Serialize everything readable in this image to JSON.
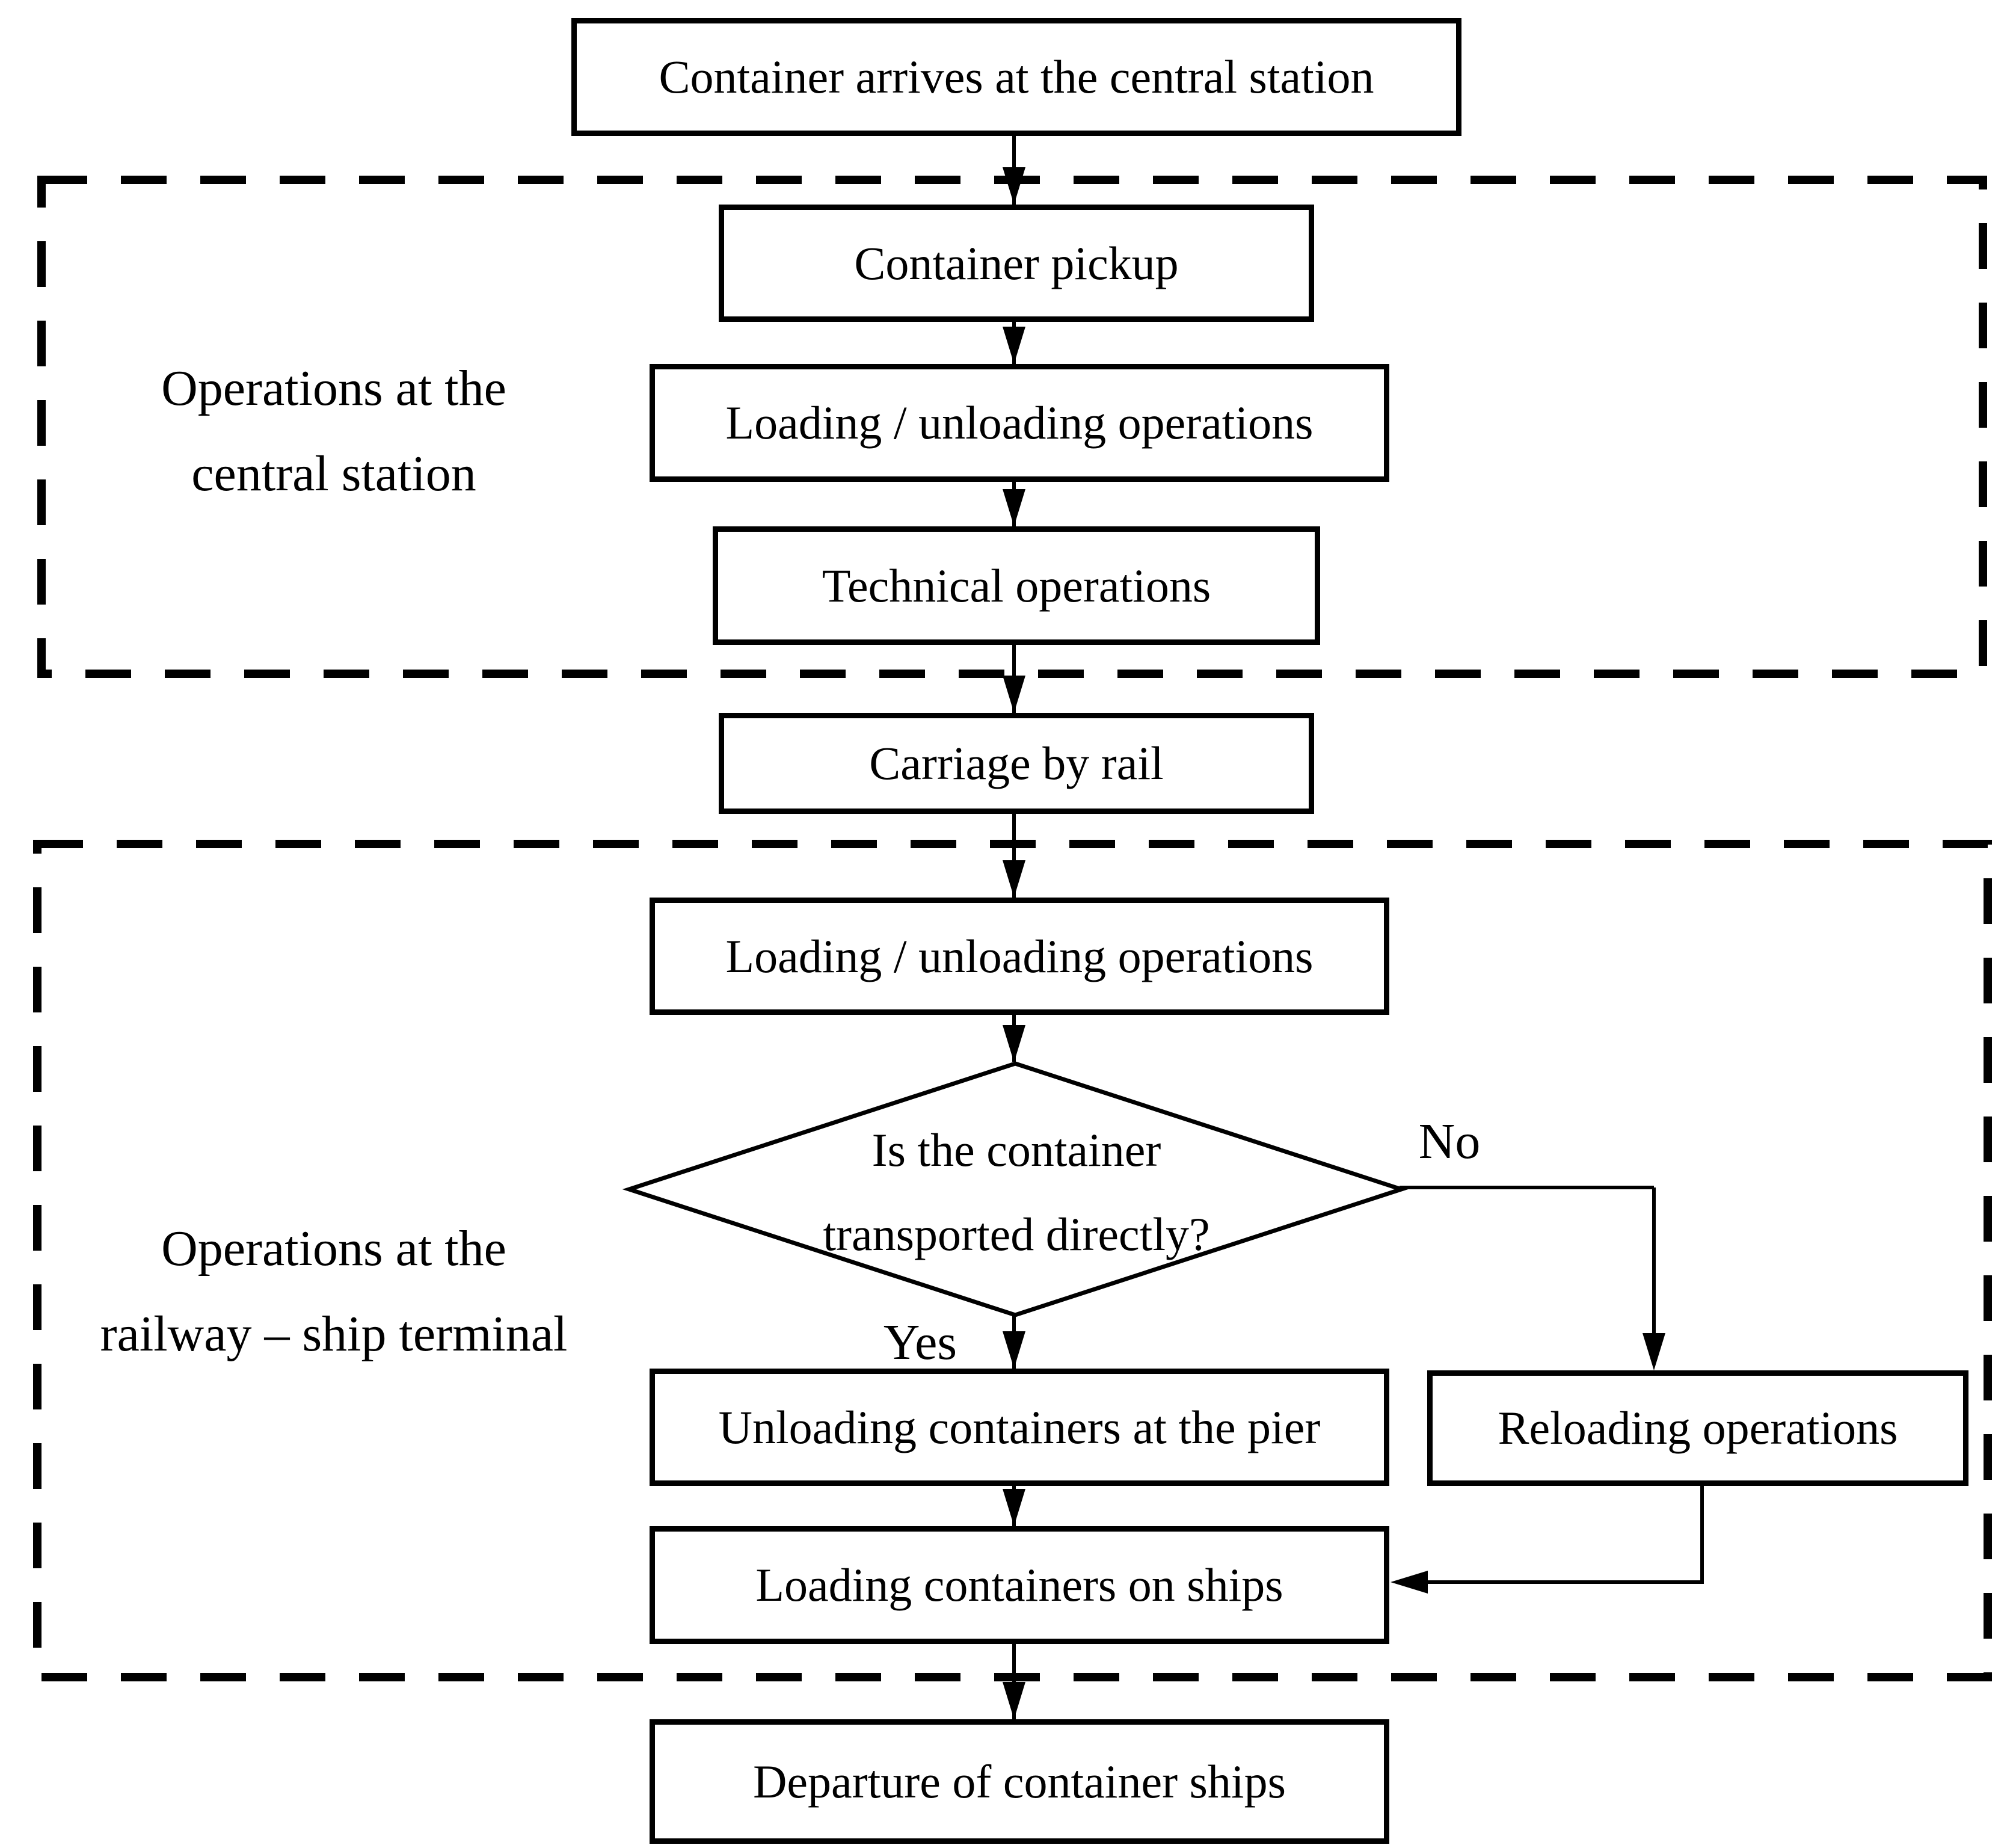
{
  "flow": {
    "nodes": {
      "arrive": "Container arrives at the central station",
      "pickup": "Container pickup",
      "loading1": "Loading / unloading operations",
      "technical": "Technical operations",
      "carriage": "Carriage by rail",
      "loading2": "Loading / unloading operations",
      "unloading_pier": "Unloading containers at the pier",
      "reloading": "Reloading operations",
      "loading_ships": "Loading containers on ships",
      "departure": "Departure of container ships"
    },
    "decision": {
      "line1": "Is the container",
      "line2": "transported directly?"
    },
    "branch_labels": {
      "yes": "Yes",
      "no": "No"
    },
    "regions": {
      "central_station": {
        "line1": "Operations at the",
        "line2": "central station"
      },
      "railway_ship_terminal": {
        "line1": "Operations at the",
        "line2": "railway – ship terminal"
      }
    },
    "colors": {
      "line": "#000000",
      "background": "#ffffff"
    }
  }
}
